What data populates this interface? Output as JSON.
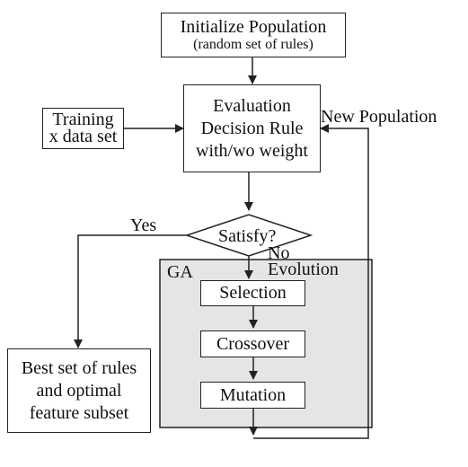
{
  "nodes": {
    "init": {
      "line1": "Initialize Population",
      "line2": "(random set of rules)"
    },
    "training": {
      "line1": "Training",
      "line2": "x data set"
    },
    "evaluation": {
      "line1": "Evaluation",
      "line2": "Decision Rule",
      "line3": "with/wo weight"
    },
    "satisfy": {
      "label": "Satisfy?"
    },
    "ga": {
      "label": "GA",
      "evolution": "Evolution"
    },
    "selection": {
      "label": "Selection"
    },
    "crossover": {
      "label": "Crossover"
    },
    "mutation": {
      "label": "Mutation"
    },
    "best": {
      "line1": "Best set of rules",
      "line2": "and optimal",
      "line3": "feature subset"
    }
  },
  "edges": {
    "yes": "Yes",
    "no": "No",
    "new_population": "New Population"
  },
  "colors": {
    "ga_fill": "#e5e5e5",
    "line": "#222222"
  }
}
